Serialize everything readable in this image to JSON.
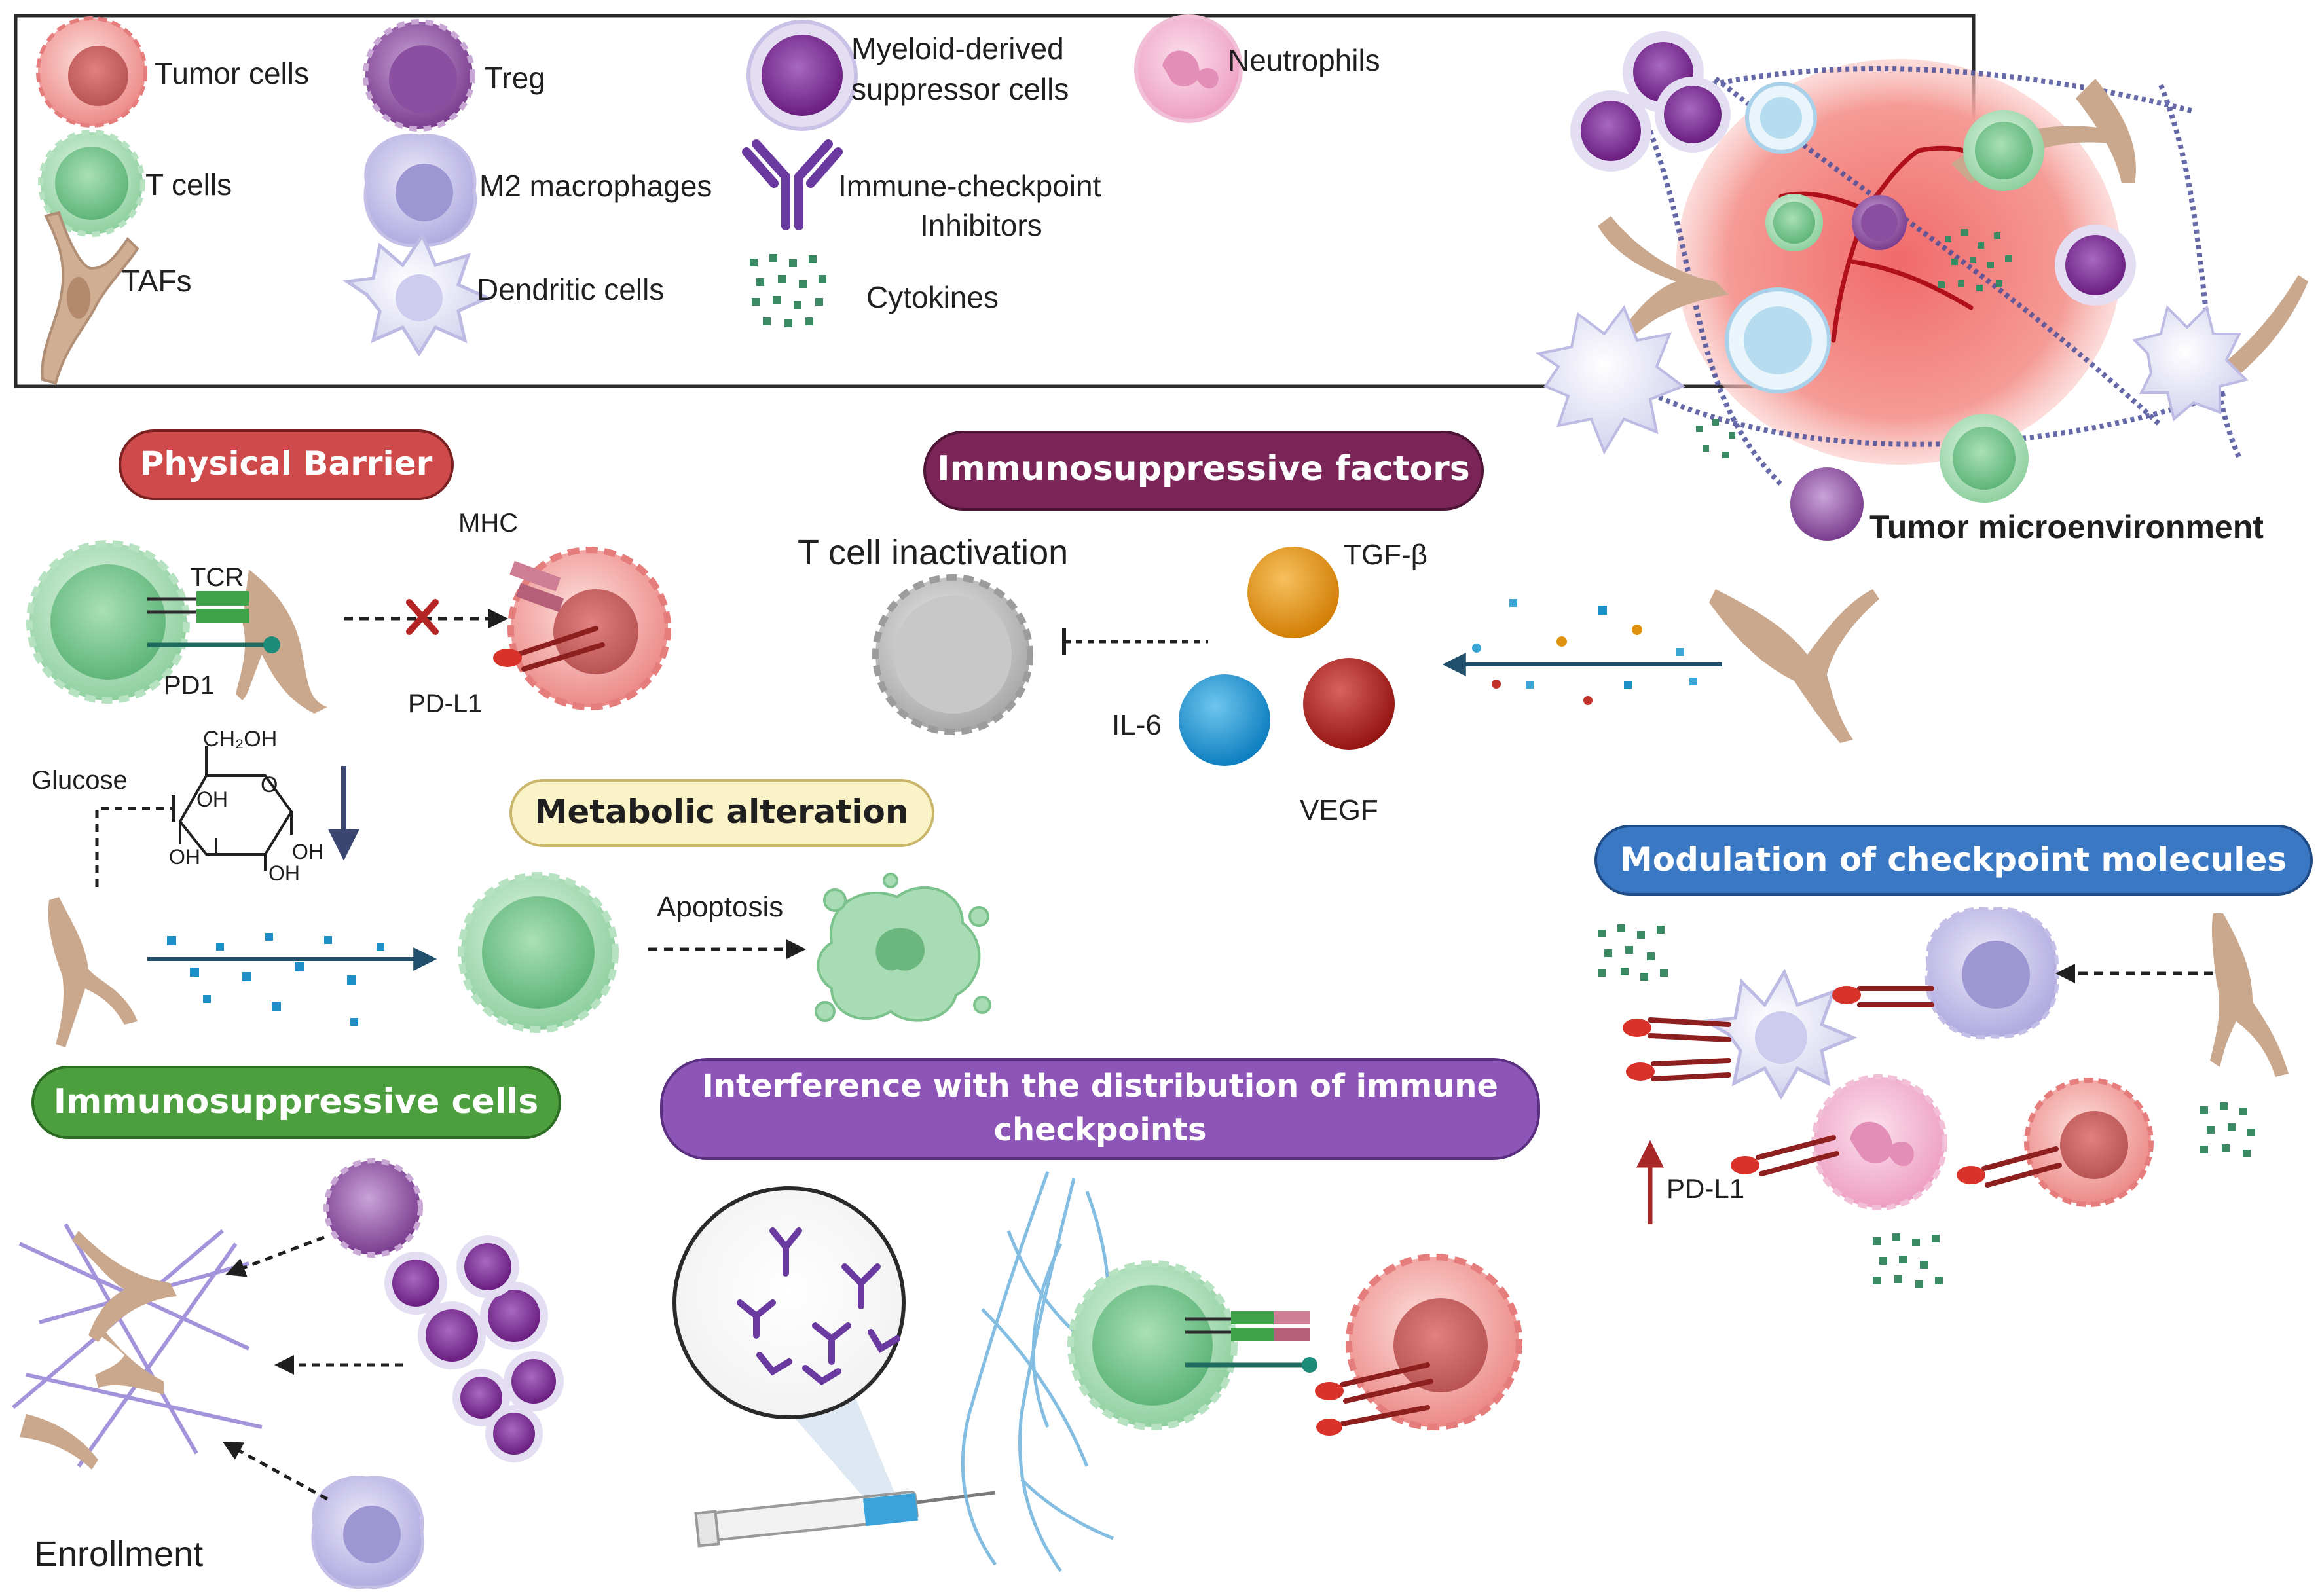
{
  "legend": {
    "tumor_cells": "Tumor cells",
    "treg": "Treg",
    "mdsc_line1": "Myeloid-derived",
    "mdsc_line2": "suppressor cells",
    "neutrophils": "Neutrophils",
    "t_cells": "T cells",
    "m2_macrophages": "M2 macrophages",
    "ici_line1": "Immune-checkpoint",
    "ici_line2": "Inhibitors",
    "tafs": "TAFs",
    "dendritic_cells": "Dendritic cells",
    "cytokines": "Cytokines"
  },
  "tme": {
    "label": "Tumor microenvironment"
  },
  "physical_barrier": {
    "title": "Physical Barrier",
    "tcr": "TCR",
    "mhc": "MHC",
    "pd1": "PD1",
    "pdl1": "PD-L1"
  },
  "immunosuppressive_factors": {
    "title": "Immunosuppressive factors",
    "t_cell_inactivation": "T cell inactivation",
    "tgf_beta": "TGF-β",
    "il6": "IL-6",
    "vegf": "VEGF"
  },
  "metabolic": {
    "title": "Metabolic alteration",
    "glucose": "Glucose",
    "ch2oh": "CH₂OH",
    "o": "O",
    "oh": "OH",
    "apoptosis": "Apoptosis"
  },
  "immunosuppressive_cells": {
    "title": "Immunosuppressive cells",
    "enrollment": "Enrollment"
  },
  "interference": {
    "title_line1": "Interference with the distribution of immune",
    "title_line2": "checkpoints"
  },
  "modulation": {
    "title": "Modulation of checkpoint molecules",
    "pdl1": "PD-L1"
  },
  "colors": {
    "physical_barrier": "#cf4b4b",
    "immunosuppressive_factors": "#7a2457",
    "metabolic_alteration": "#fbf3c8",
    "immunosuppressive_cells": "#4c9e3e",
    "interference": "#8e55b8",
    "modulation": "#3a78c4",
    "tumor_cell": "#f2a0a0",
    "t_cell": "#a8dcb4",
    "treg": "#8e4fa0",
    "mdsc": "#7a2a8e",
    "neutrophil": "#f2b6d0",
    "m2_macrophage": "#c7c3ea",
    "dendritic": "#e3e3f5",
    "taf": "#caa88e",
    "ici": "#6a3aa0",
    "cytokine": "#3a8a64",
    "tgf_beta": "#e0930e",
    "il6": "#1f96d4",
    "vegf": "#b0221f"
  }
}
